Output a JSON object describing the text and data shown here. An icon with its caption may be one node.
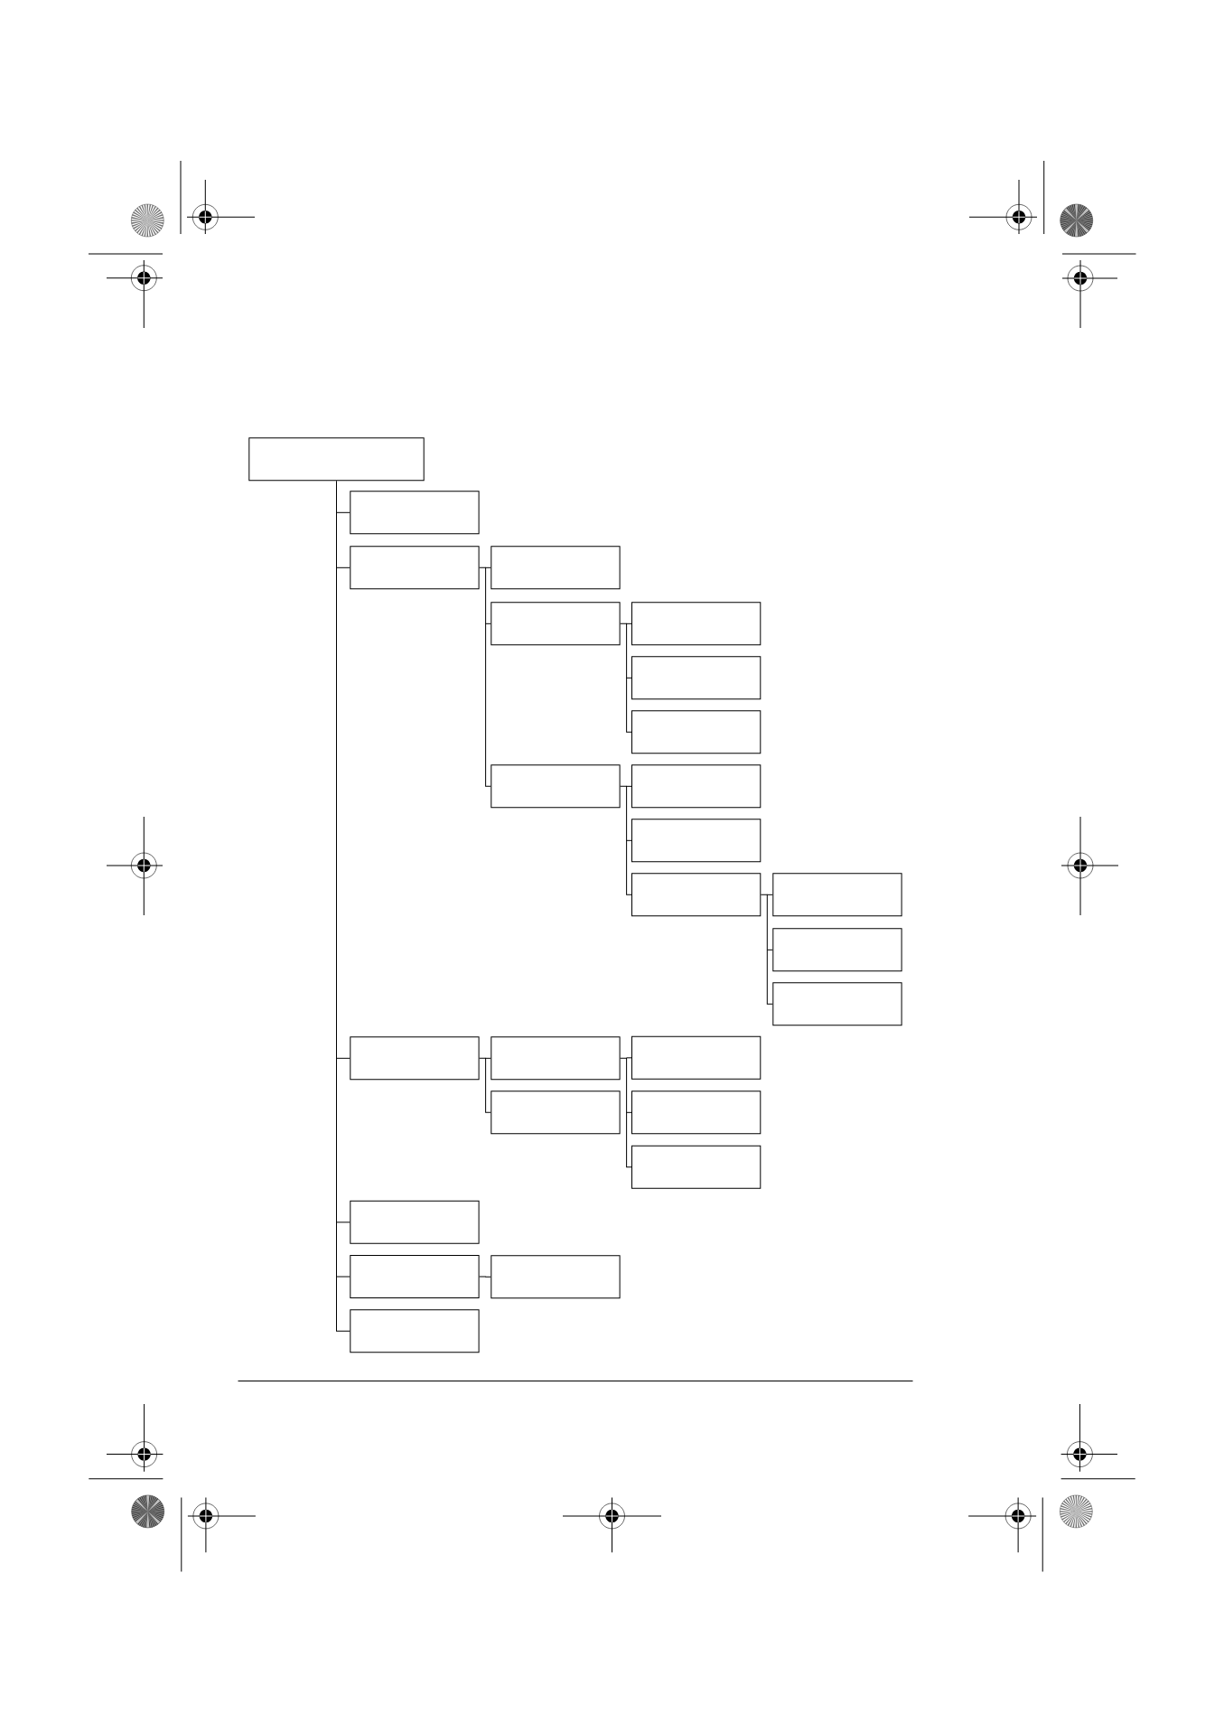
{
  "diagram": {
    "nodes": [
      {
        "text": [],
        "shape": "box"
      },
      {
        "text": [],
        "shape": "box"
      },
      {
        "text": [],
        "shape": "box"
      },
      {
        "text": [],
        "shape": "box"
      },
      {
        "text": [],
        "shape": "box"
      },
      {
        "text": [],
        "shape": "box"
      },
      {
        "text": [],
        "shape": "box"
      },
      {
        "text": [],
        "shape": "box"
      },
      {
        "text": [],
        "shape": "box"
      },
      {
        "text": [],
        "shape": "box"
      },
      {
        "text": [],
        "shape": "box"
      },
      {
        "text": [],
        "shape": "box"
      },
      {
        "text": [],
        "shape": "box"
      },
      {
        "text": [],
        "shape": "box"
      },
      {
        "text": [],
        "shape": "box"
      },
      {
        "text": [],
        "shape": "box"
      },
      {
        "text": [],
        "shape": "box"
      },
      {
        "text": [],
        "shape": "box"
      },
      {
        "text": [],
        "shape": "box"
      },
      {
        "text": [],
        "shape": "box"
      },
      {
        "text": [],
        "shape": "box"
      },
      {
        "text": [],
        "shape": "box"
      },
      {
        "text": [],
        "shape": "box"
      },
      {
        "text": [],
        "shape": "box"
      },
      {
        "text": [],
        "shape": "box"
      }
    ],
    "edges": [
      {
        "from": 0,
        "to": 1,
        "arrow": "none"
      },
      {
        "from": 0,
        "to": 2,
        "arrow": "none"
      },
      {
        "from": 2,
        "to": 3,
        "arrow": "none"
      },
      {
        "from": 2,
        "to": 4,
        "arrow": "none"
      },
      {
        "from": 4,
        "to": 5,
        "arrow": "none"
      },
      {
        "from": 4,
        "to": 6,
        "arrow": "none"
      },
      {
        "from": 4,
        "to": 7,
        "arrow": "none"
      },
      {
        "from": 2,
        "to": 8,
        "arrow": "none"
      },
      {
        "from": 8,
        "to": 9,
        "arrow": "none"
      },
      {
        "from": 8,
        "to": 10,
        "arrow": "none"
      },
      {
        "from": 8,
        "to": 11,
        "arrow": "none"
      },
      {
        "from": 11,
        "to": 12,
        "arrow": "none"
      },
      {
        "from": 11,
        "to": 13,
        "arrow": "none"
      },
      {
        "from": 11,
        "to": 14,
        "arrow": "none"
      },
      {
        "from": 0,
        "to": 15,
        "arrow": "none"
      },
      {
        "from": 15,
        "to": 16,
        "arrow": "none"
      },
      {
        "from": 16,
        "to": 17,
        "arrow": "none"
      },
      {
        "from": 16,
        "to": 18,
        "arrow": "none"
      },
      {
        "from": 16,
        "to": 19,
        "arrow": "none"
      },
      {
        "from": 15,
        "to": 20,
        "arrow": "none"
      },
      {
        "from": 0,
        "to": 21,
        "arrow": "none"
      },
      {
        "from": 0,
        "to": 22,
        "arrow": "none"
      },
      {
        "from": 22,
        "to": 23,
        "arrow": "none"
      },
      {
        "from": 0,
        "to": 24,
        "arrow": "none"
      }
    ]
  }
}
